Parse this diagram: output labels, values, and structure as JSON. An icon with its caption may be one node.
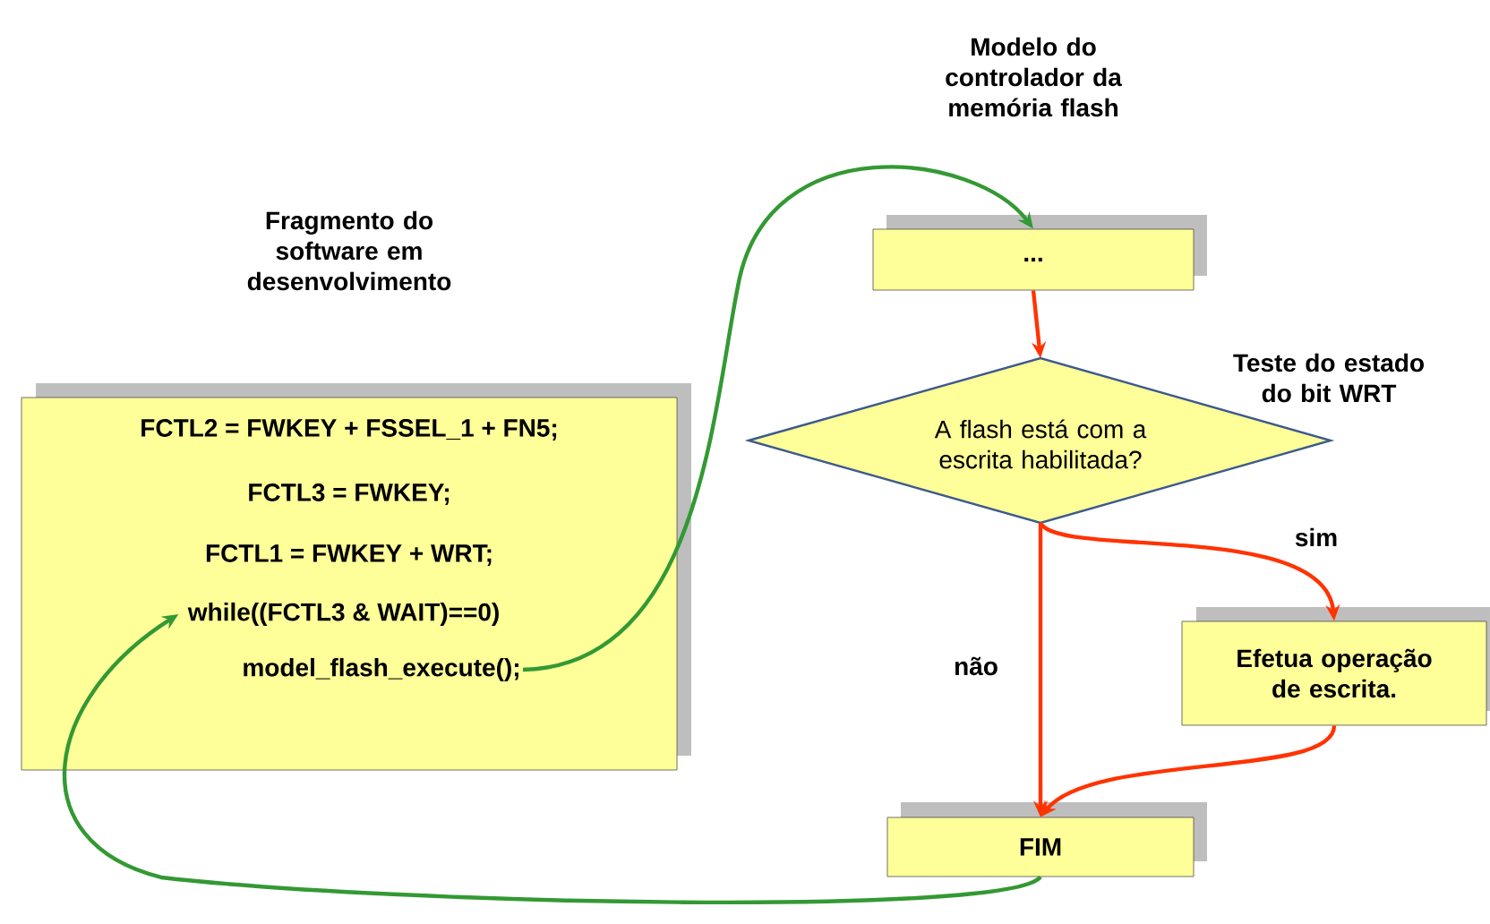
{
  "diagram": {
    "nodes": [
      {
        "text": [
          "FCTL2 = FWKEY + FSSEL_1 + FN5;"
        ]
      },
      {
        "text": [
          "FCTL3 = FWKEY;"
        ],
        "in": 0
      },
      {
        "text": [
          "FCTL1 = FWKEY + WRT;"
        ],
        "in": 0
      },
      {
        "text": [
          "while((FCTL3 & WAIT)==0)"
        ],
        "in": 0
      },
      {
        "text": [
          "model_flash_execute();"
        ],
        "in": 0
      },
      {
        "text": [
          "..."
        ]
      },
      {
        "text": [
          "A flash está com a escrita habilitada?"
        ],
        "beside": [
          "Teste do estado do bit WRT"
        ]
      },
      {
        "text": [
          "Efetua operação de escrita."
        ]
      },
      {
        "text": [
          "FIM"
        ]
      }
    ],
    "edges": [
      {
        "from": 4,
        "to": 5,
        "arrow": "to",
        "color": "#339933"
      },
      {
        "from": 5,
        "to": 6,
        "arrow": "to"
      },
      {
        "from": 6,
        "to": 7,
        "arrow": "to",
        "label": "sim"
      },
      {
        "from": 6,
        "to": 8,
        "arrow": "to",
        "label": "não"
      },
      {
        "from": 7,
        "to": 8,
        "arrow": "to"
      },
      {
        "from": 8,
        "to": 3,
        "arrow": "to",
        "color": "#339933"
      }
    ],
    "labels": [
      "Fragmento do software em desenvolvimento",
      "Modelo do controlador da memória flash"
    ]
  }
}
